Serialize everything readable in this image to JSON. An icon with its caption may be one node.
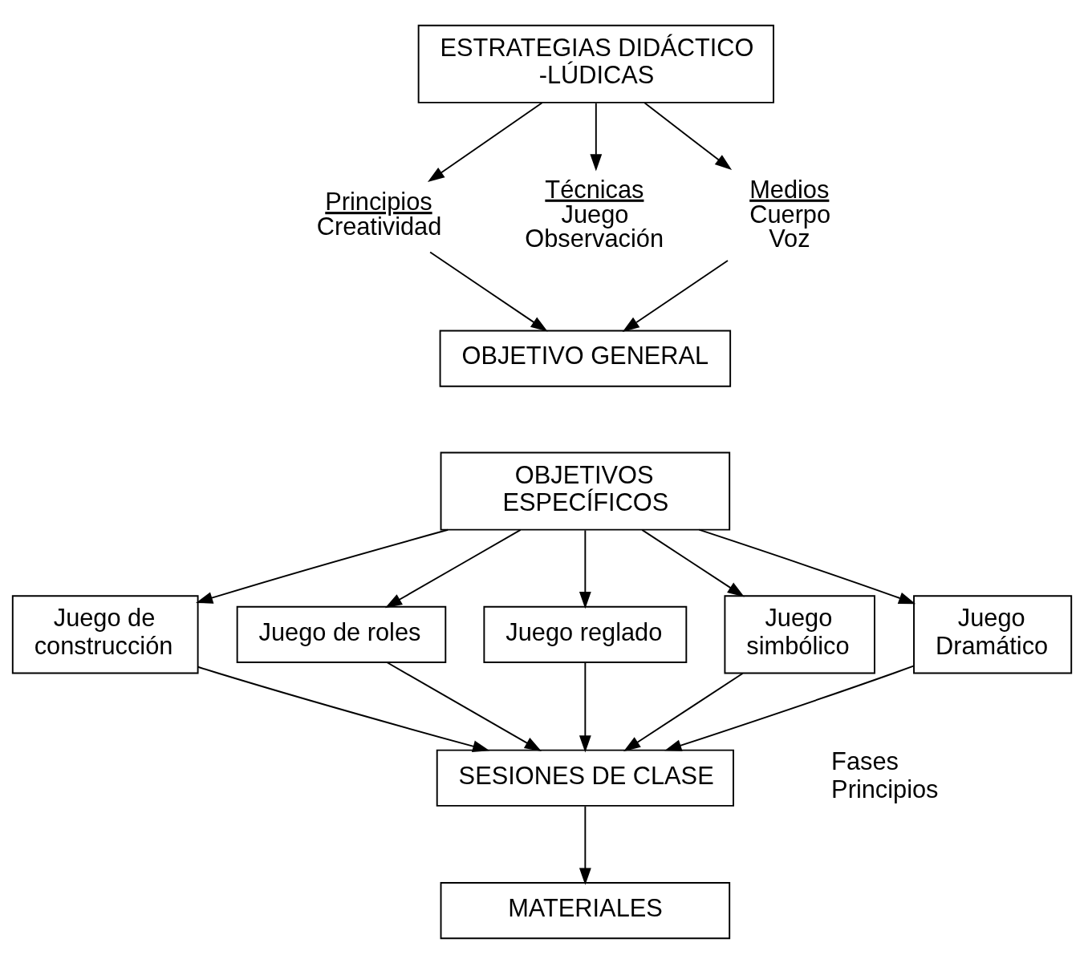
{
  "diagram": {
    "nodes": [
      {
        "text": [
          "ESTRATEGIAS DIDÁCTICO -LÚDICAS"
        ]
      },
      {
        "text": [
          "Principios",
          "Creatividad"
        ]
      },
      {
        "text": [
          "Técnicas",
          "Juego",
          "Observación"
        ]
      },
      {
        "text": [
          "Medios",
          "Cuerpo",
          "Voz"
        ]
      },
      {
        "text": [
          "OBJETIVO GENERAL"
        ]
      },
      {
        "text": [
          "OBJETIVOS ESPECÍFICOS"
        ]
      },
      {
        "text": [
          "Juego de construcción"
        ]
      },
      {
        "text": [
          "Juego de roles"
        ]
      },
      {
        "text": [
          "Juego reglado"
        ]
      },
      {
        "text": [
          "Juego simbólico"
        ]
      },
      {
        "text": [
          "Juego Dramático"
        ]
      },
      {
        "text": [
          "SESIONES DE CLASE"
        ],
        "beside": [
          "Fases",
          "Principios"
        ]
      },
      {
        "text": [
          "MATERIALES"
        ]
      }
    ],
    "edges": [
      {
        "from": 0,
        "to": 1,
        "arrow": "to"
      },
      {
        "from": 0,
        "to": 2,
        "arrow": "to"
      },
      {
        "from": 0,
        "to": 3,
        "arrow": "to"
      },
      {
        "from": 1,
        "to": 4,
        "arrow": "to"
      },
      {
        "from": 3,
        "to": 4,
        "arrow": "to"
      },
      {
        "from": 5,
        "to": 6,
        "arrow": "to"
      },
      {
        "from": 5,
        "to": 7,
        "arrow": "to"
      },
      {
        "from": 5,
        "to": 8,
        "arrow": "to"
      },
      {
        "from": 5,
        "to": 9,
        "arrow": "to"
      },
      {
        "from": 5,
        "to": 10,
        "arrow": "to"
      },
      {
        "from": 6,
        "to": 11,
        "arrow": "to"
      },
      {
        "from": 7,
        "to": 11,
        "arrow": "to"
      },
      {
        "from": 8,
        "to": 11,
        "arrow": "to"
      },
      {
        "from": 9,
        "to": 11,
        "arrow": "to"
      },
      {
        "from": 10,
        "to": 11,
        "arrow": "to"
      },
      {
        "from": 11,
        "to": 12,
        "arrow": "to"
      }
    ]
  }
}
